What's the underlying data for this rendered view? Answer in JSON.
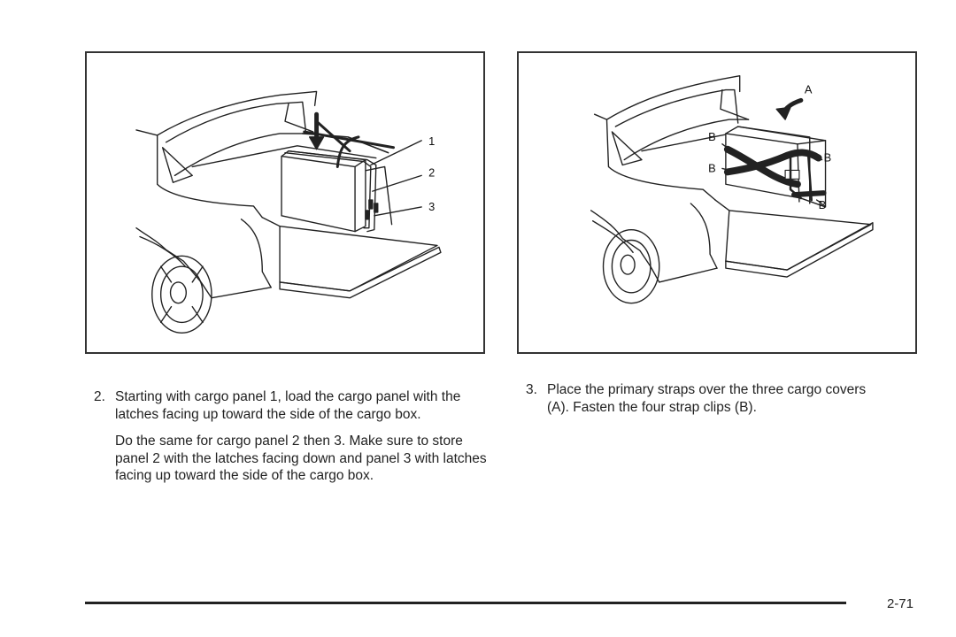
{
  "figure_left": {
    "callouts": [
      "1",
      "2",
      "3"
    ]
  },
  "figure_right": {
    "callout_a": "A",
    "callout_b": "B"
  },
  "steps": [
    {
      "number": "2.",
      "paragraphs": [
        "Starting with cargo panel 1, load the cargo panel with the latches facing up toward the side of the cargo box.",
        "Do the same for cargo panel 2 then 3. Make sure to store panel 2 with the latches facing down and panel 3 with latches facing up toward the side of the cargo box."
      ]
    },
    {
      "number": "3.",
      "paragraphs": [
        "Place the primary straps over the three cargo covers (A). Fasten the four strap clips (B)."
      ]
    }
  ],
  "footer": {
    "page_number": "2-71"
  }
}
